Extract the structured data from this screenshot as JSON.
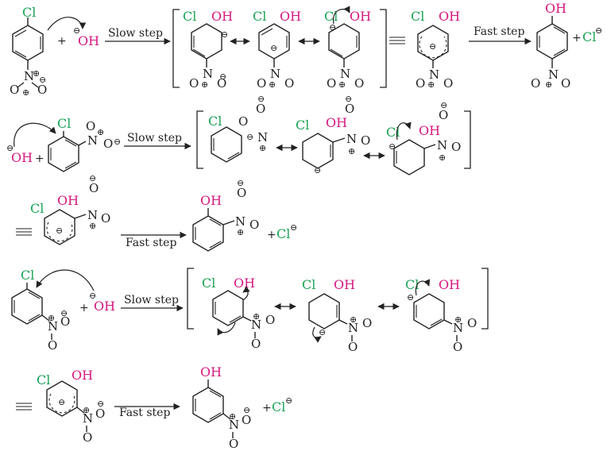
{
  "labels": {
    "slow_step": "Slow step",
    "fast_step": "Fast step",
    "cl": "Cl",
    "oh": "OH",
    "n": "N",
    "o": "O",
    "plus": "+"
  },
  "colors": {
    "chlorine": "#1aa355",
    "hydroxide": "#d6187f",
    "ink": "#222222"
  }
}
